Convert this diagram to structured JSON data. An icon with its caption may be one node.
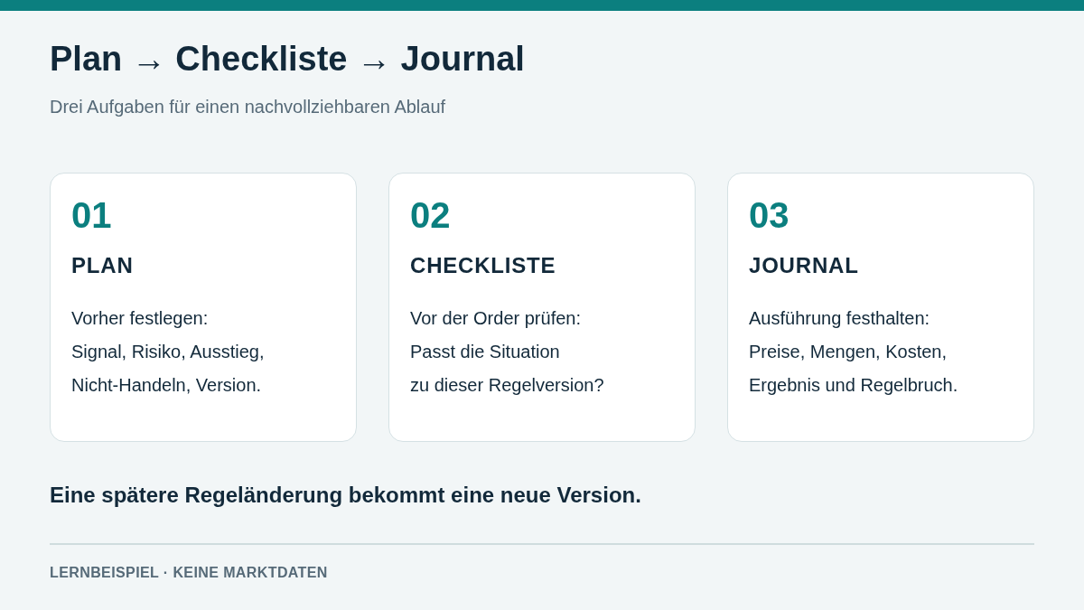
{
  "diagram": {
    "title": "Plan → Checkliste → Journal",
    "nodes": [
      {
        "text": [
          "01",
          "PLAN",
          "Vorher festlegen:",
          "Signal, Risiko, Ausstieg, Nicht-Handeln, Version."
        ]
      },
      {
        "text": [
          "02",
          "CHECKLISTE",
          "Vor der Order prüfen:",
          "Passt die Situation zu dieser Regelversion?"
        ]
      },
      {
        "text": [
          "03",
          "JOURNAL",
          "Ausführung festhalten:",
          "Preise, Mengen, Kosten, Ergebnis und Regelbruch."
        ]
      }
    ],
    "labels": [
      "Drei Aufgaben für einen nachvollziehbaren Ablauf",
      "Eine spätere Regeländerung bekommt eine neue Version.",
      "LERNBEISPIEL · KEINE MARKTDATEN"
    ]
  }
}
